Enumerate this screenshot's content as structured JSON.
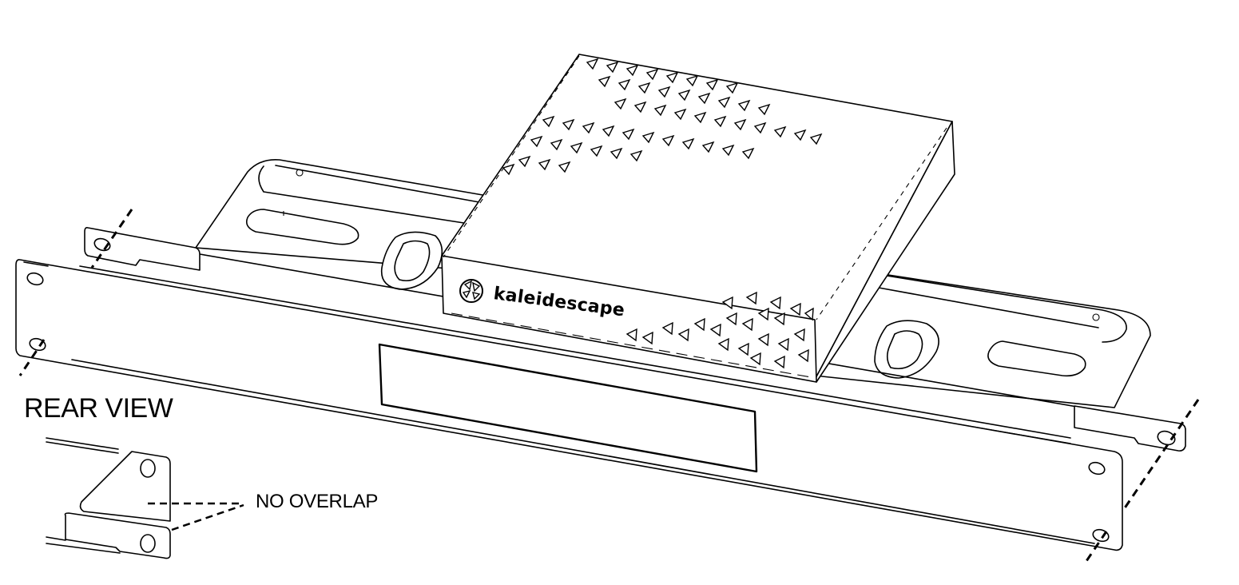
{
  "diagram": {
    "subject": "1U rack-mount shelf with kaleidescape unit",
    "product_brand_text": "kaleidescape",
    "labels": {
      "rear_view_title": "REAR VIEW",
      "callout": "NO OVERLAP"
    },
    "components": [
      {
        "name": "front-rack-panel",
        "description": "1U front faceplate with four mounting slots"
      },
      {
        "name": "display-window",
        "description": "rectangular cutout window on front panel"
      },
      {
        "name": "rack-shelf-tray",
        "description": "tray with rounded slots and raised bosses"
      },
      {
        "name": "kaleidescape-unit",
        "description": "player box with triangular vent pattern"
      },
      {
        "name": "rear-mounting-ears",
        "description": "left and right rear brackets with slots"
      },
      {
        "name": "alignment-lines",
        "description": "dashed lines through mounting holes"
      }
    ],
    "inset": {
      "title": "REAR VIEW",
      "callout_text": "NO OVERLAP",
      "callout_arrows": 2
    },
    "colors": {
      "line": "#000000",
      "background": "#ffffff"
    }
  }
}
